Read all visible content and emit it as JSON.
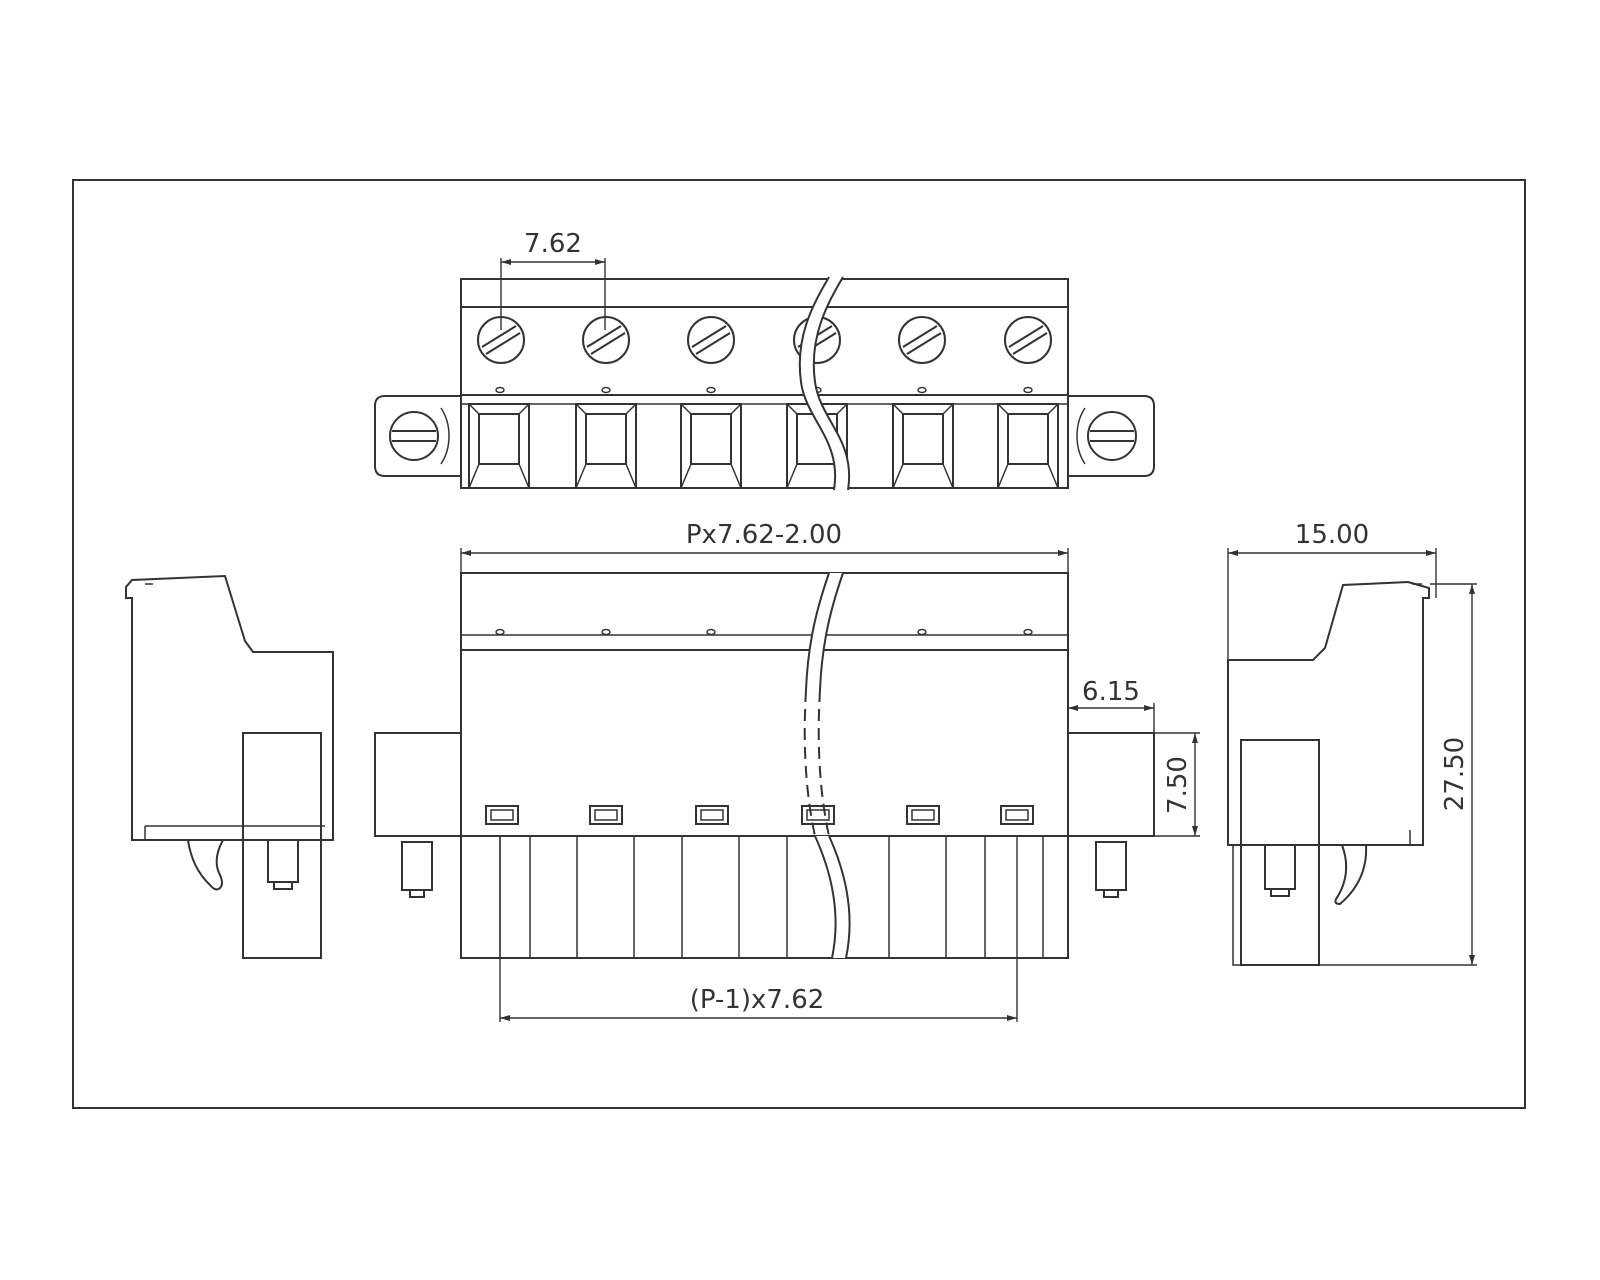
{
  "dimensions": {
    "pitch": "7.62",
    "overall_width": "Px7.62-2.00",
    "pin_span": "(P-1)x7.62",
    "flange_width": "6.15",
    "flange_height": "7.50",
    "depth": "15.00",
    "height": "27.50"
  }
}
